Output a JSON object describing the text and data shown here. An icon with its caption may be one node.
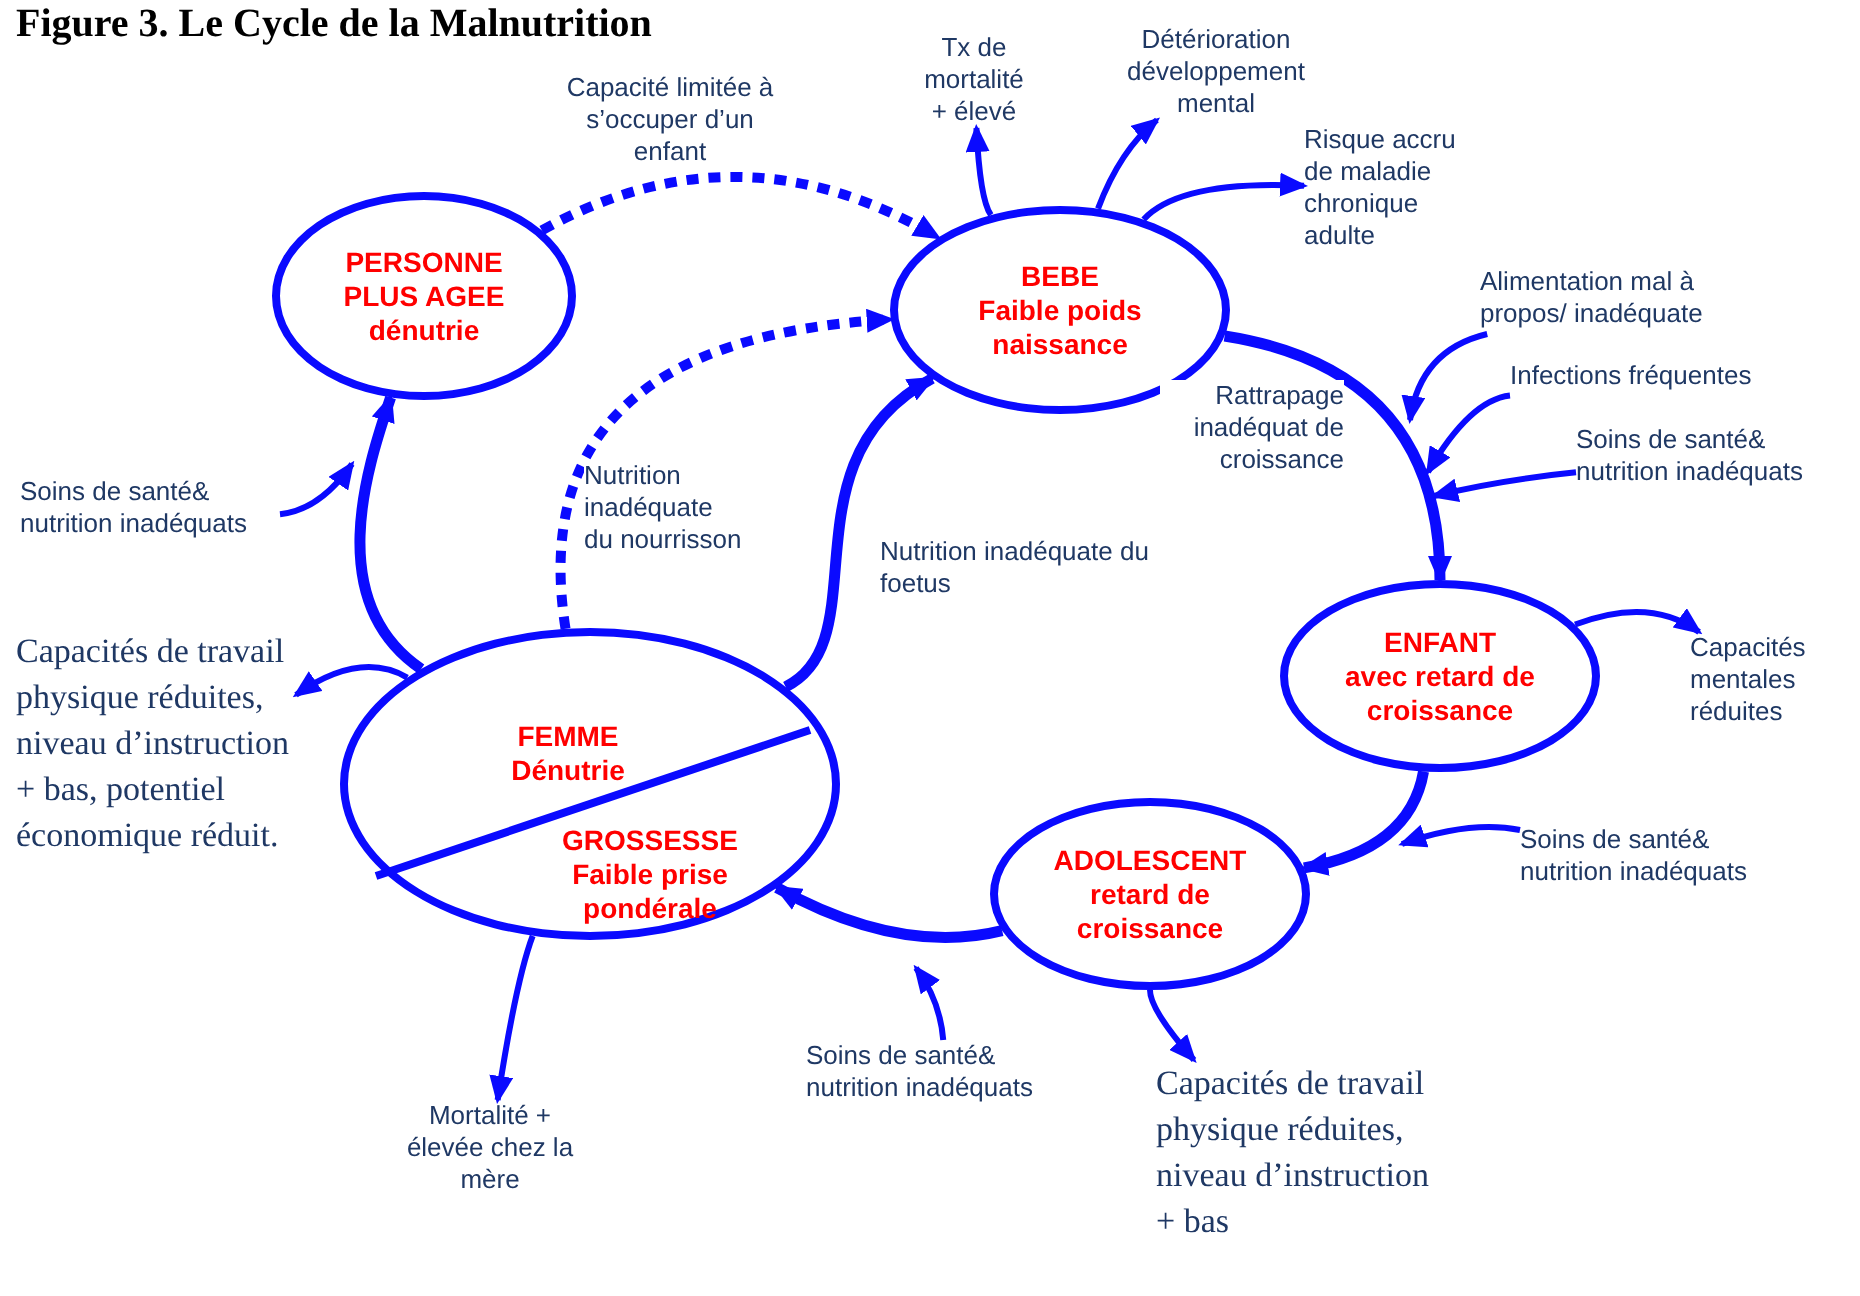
{
  "diagram": {
    "title": "Figure 3. Le Cycle de la Malnutrition",
    "nodes": [
      {
        "text": [
          "PERSONNE PLUS AGEE dénutrie"
        ]
      },
      {
        "text": [
          "BEBE",
          "Faible poids naissance"
        ]
      },
      {
        "text": [
          "ENFANT",
          "avec retard de croissance"
        ]
      },
      {
        "text": [
          "ADOLESCENT",
          "retard de croissance"
        ]
      },
      {
        "text": [
          "FEMME Dénutrie",
          "GROSSESSE Faible prise pondérale"
        ]
      },
      {
        "text": [
          "Tx de mortalité + élevé"
        ]
      },
      {
        "text": [
          "Détérioration développement mental"
        ]
      },
      {
        "text": [
          "Risque accru de maladie chronique adulte"
        ]
      },
      {
        "text": [
          "Alimentation mal à propos/ inadéquate"
        ]
      },
      {
        "text": [
          "Infections fréquentes"
        ]
      },
      {
        "text": [
          "Soins de santé& nutrition inadéquats"
        ]
      },
      {
        "text": [
          "Capacités mentales réduites"
        ]
      },
      {
        "text": [
          "Soins de santé& nutrition inadéquats"
        ]
      },
      {
        "text": [
          "Capacités de travail physique réduites, niveau d’instruction + bas"
        ]
      },
      {
        "text": [
          "Soins de santé& nutrition inadéquats"
        ]
      },
      {
        "text": [
          "Mortalité + élevée chez la mère"
        ]
      },
      {
        "text": [
          "Capacités de travail physique réduites, niveau d’instruction + bas, potentiel économique réduit."
        ]
      },
      {
        "text": [
          "Soins de santé& nutrition inadéquats"
        ]
      }
    ],
    "edges": [
      {
        "from": 0,
        "to": 1,
        "arrow": "to",
        "style": "dashed",
        "label": "Capacité limitée à s’occuper d’un enfant"
      },
      {
        "from": 4,
        "to": 1,
        "arrow": "to",
        "style": "dashed",
        "label": "Nutrition inadéquate du nourrisson"
      },
      {
        "from": 4,
        "to": 1,
        "arrow": "to",
        "style": "thick",
        "label": "Nutrition inadéquate du foetus"
      },
      {
        "from": 1,
        "to": 2,
        "arrow": "to",
        "style": "thick",
        "label": "Rattrapage inadéquat de croissance"
      },
      {
        "from": 2,
        "to": 3,
        "arrow": "to",
        "style": "thick"
      },
      {
        "from": 3,
        "to": 4,
        "arrow": "to",
        "style": "thick"
      },
      {
        "from": 4,
        "to": 0,
        "arrow": "to",
        "style": "thick"
      },
      {
        "from": 1,
        "to": 5,
        "arrow": "to"
      },
      {
        "from": 1,
        "to": 6,
        "arrow": "to"
      },
      {
        "from": 1,
        "to": 7,
        "arrow": "to"
      },
      {
        "from": 8,
        "to": null,
        "arrow": "to"
      },
      {
        "from": 9,
        "to": null,
        "arrow": "to"
      },
      {
        "from": 10,
        "to": null,
        "arrow": "to"
      },
      {
        "from": 2,
        "to": 11,
        "arrow": "to"
      },
      {
        "from": 12,
        "to": null,
        "arrow": "to"
      },
      {
        "from": 3,
        "to": 13,
        "arrow": "to"
      },
      {
        "from": 14,
        "to": null,
        "arrow": "to"
      },
      {
        "from": 4,
        "to": 15,
        "arrow": "to"
      },
      {
        "from": 4,
        "to": 16,
        "arrow": "to"
      },
      {
        "from": 17,
        "to": null,
        "arrow": "to"
      }
    ]
  }
}
